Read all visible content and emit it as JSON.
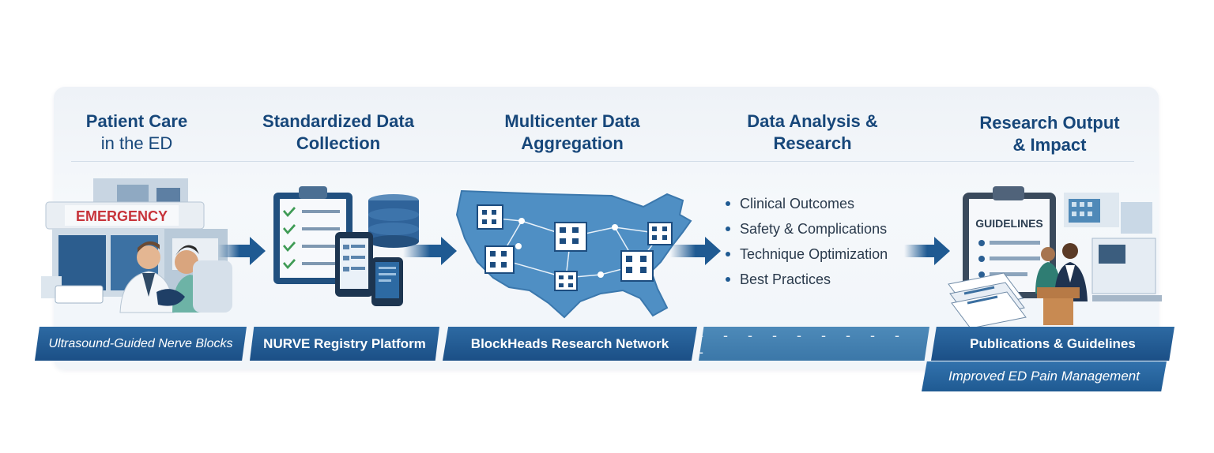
{
  "stages": [
    {
      "title_line1": "Patient Care",
      "title_line2": "in the ED",
      "label": "Ultrasound-Guided Nerve Blocks",
      "sign": "EMERGENCY"
    },
    {
      "title_line1": "Standardized Data",
      "title_line2": "Collection",
      "label": "NURVE Registry Platform"
    },
    {
      "title_line1": "Multicenter Data",
      "title_line2": "Aggregation",
      "label": "BlockHeads Research Network"
    },
    {
      "title_line1": "Data Analysis &",
      "title_line2": "Research",
      "label": "- - - - - - - - - -",
      "bullets": [
        "Clinical Outcomes",
        "Safety & Complications",
        "Technique Optimization",
        "Best Practices"
      ]
    },
    {
      "title_line1": "Research Output",
      "title_line2": "& Impact",
      "label": "Publications & Guidelines",
      "label2": "Improved ED Pain Management",
      "doc": "GUIDELINES"
    }
  ],
  "icons": {
    "stage1": "emergency-department-icon",
    "stage2": "clipboard-database-devices-icon",
    "stage3": "us-map-hospitals-icon",
    "stage5": "guidelines-presentation-icon",
    "flow": "arrow-right-icon"
  },
  "colors": {
    "primary": "#1b4f86",
    "title": "#17477a",
    "light": "#3b77a8"
  }
}
